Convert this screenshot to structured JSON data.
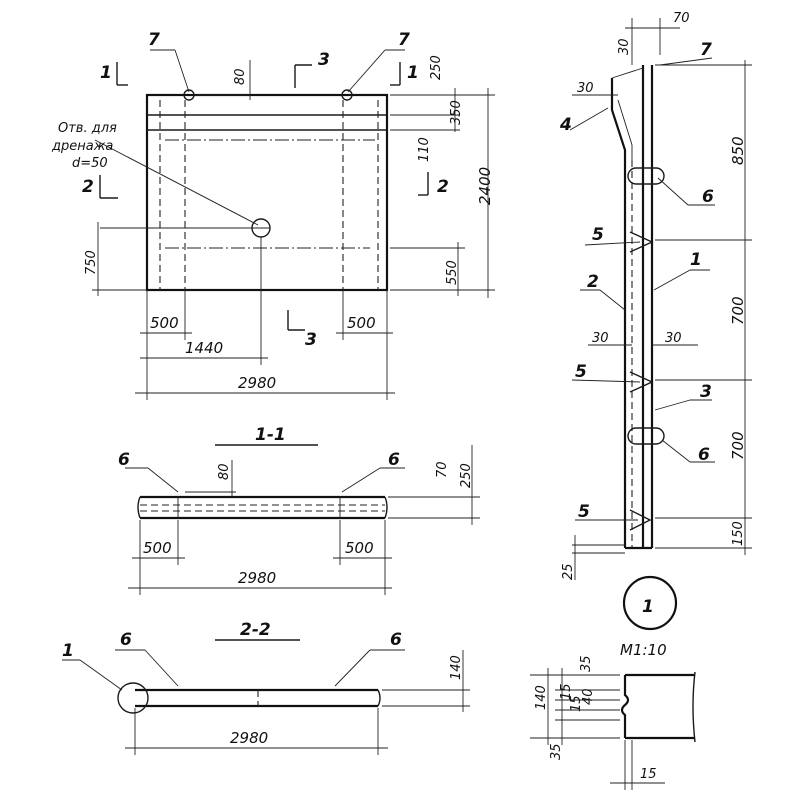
{
  "plan_view": {
    "dims": {
      "d80": "80",
      "d250": "250",
      "d350": "350",
      "d110": "110",
      "d2400": "2400",
      "d750": "750",
      "d550": "550",
      "d500_left": "500",
      "d500_right": "500",
      "d1440": "1440",
      "d2980": "2980"
    },
    "hole_note": [
      "Отв. для",
      "дренажа",
      "d=50"
    ],
    "section_marks": {
      "s1": "1",
      "s1b": "1",
      "s2": "2",
      "s2b": "2",
      "s3": "3",
      "s3b": "3"
    },
    "callouts": {
      "c7a": "7",
      "c7b": "7"
    }
  },
  "section_1_1": {
    "title": "1-1",
    "callouts": {
      "c6a": "6",
      "c6b": "6"
    },
    "dims": {
      "d80": "80",
      "d70": "70",
      "d250": "250",
      "d500_left": "500",
      "d500_right": "500",
      "d2980": "2980"
    }
  },
  "section_2_2": {
    "title": "2-2",
    "callouts": {
      "c1": "1",
      "c6a": "6",
      "c6b": "6"
    },
    "dims": {
      "d140": "140",
      "d2980": "2980"
    }
  },
  "section_3_3": {
    "dims": {
      "d70": "70",
      "d30_top": "30",
      "d30_left": "30",
      "d850": "850",
      "d700a": "700",
      "d30a": "30",
      "d30b": "30",
      "d700b": "700",
      "d150": "150",
      "d25": "25"
    },
    "callouts": {
      "c7": "7",
      "c4": "4",
      "c6a": "6",
      "c5a": "5",
      "c2": "2",
      "c1": "1",
      "c5b": "5",
      "c3": "3",
      "c6b": "6",
      "c5c": "5"
    }
  },
  "detail_1": {
    "marker": "1",
    "scale": "М1:10",
    "dims": {
      "d140": "140",
      "d35_top": "35",
      "d15a": "15",
      "d15b": "15",
      "d40": "40",
      "d35_bot": "35",
      "d15_bottom": "15"
    }
  }
}
